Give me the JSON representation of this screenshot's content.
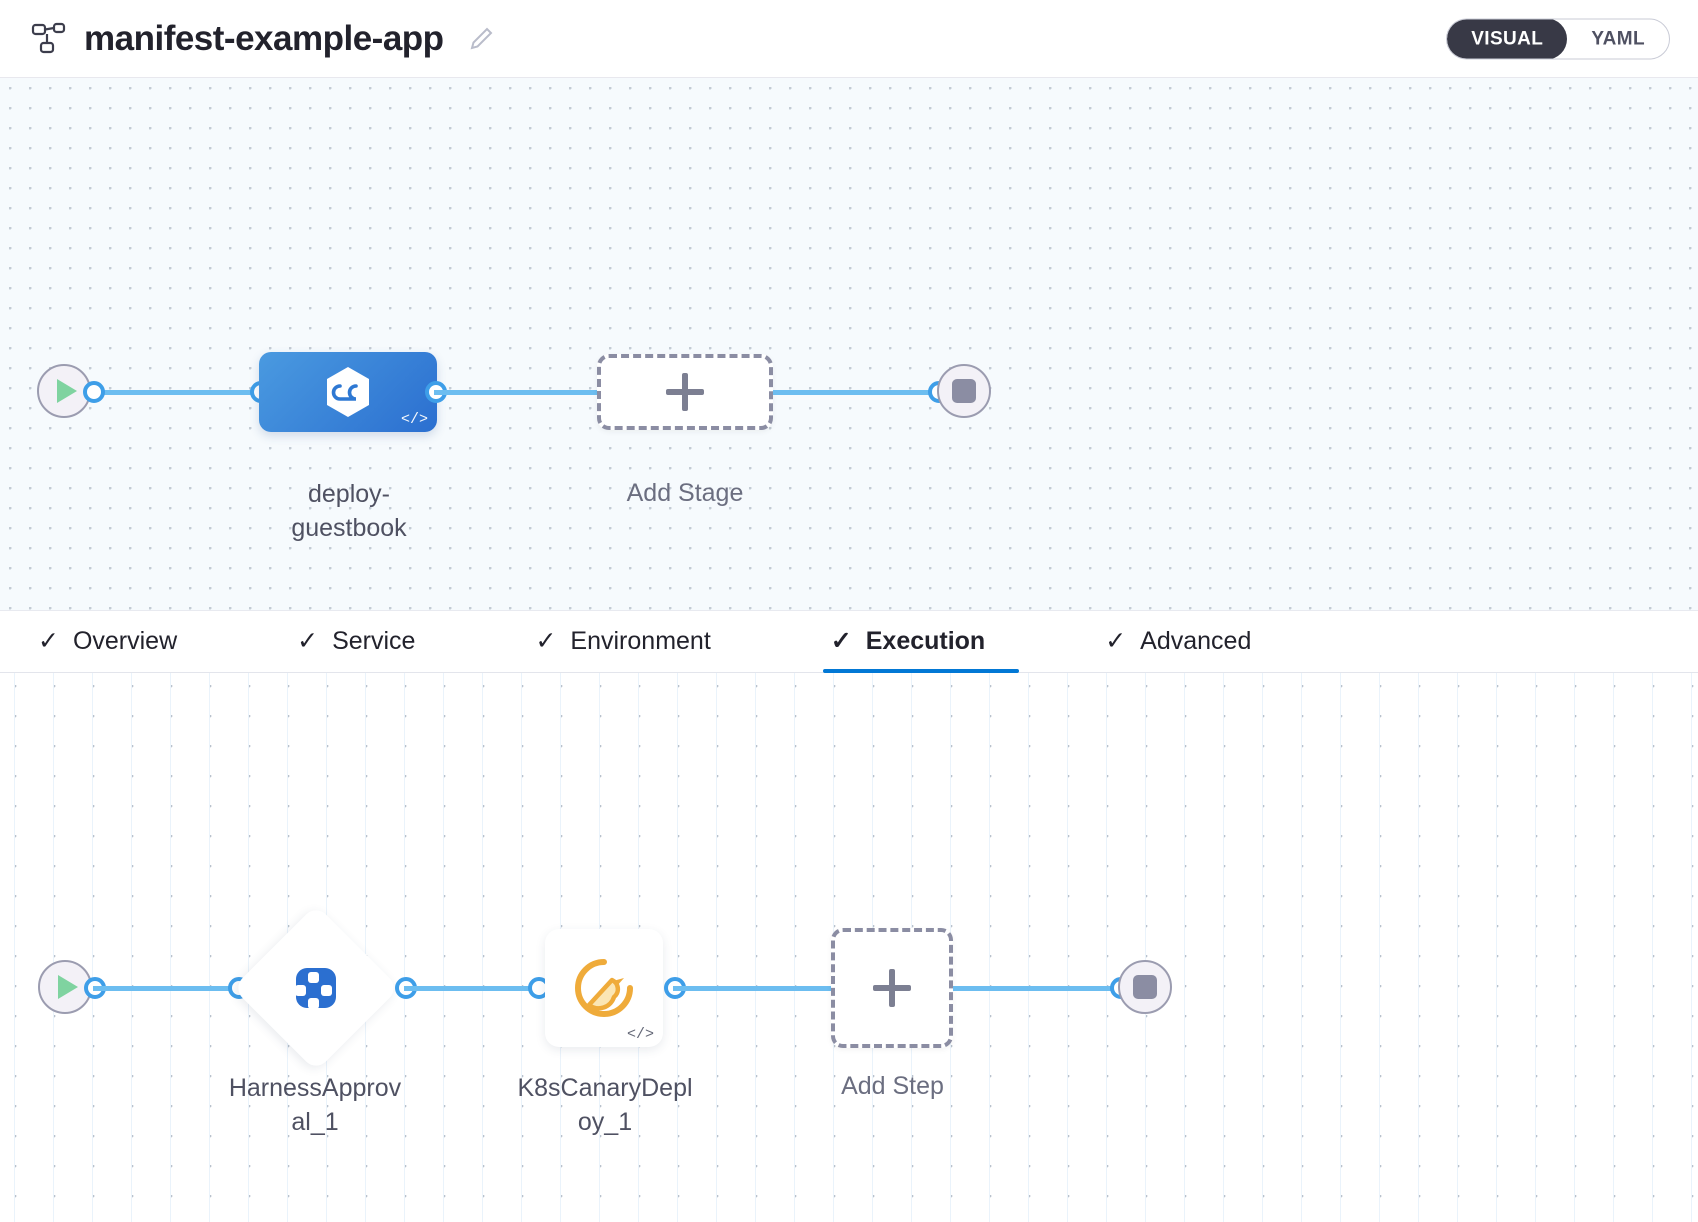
{
  "header": {
    "pipeline_icon": "pipeline-nodes-icon",
    "title": "manifest-example-app",
    "edit_icon": "pencil-icon",
    "view_toggle": {
      "options": [
        {
          "label": "VISUAL",
          "active": true
        },
        {
          "label": "YAML",
          "active": false
        }
      ],
      "active_color": "#383946"
    }
  },
  "stage_canvas": {
    "start_node": {
      "name": "pipeline-start",
      "icon": "play-icon"
    },
    "stage": {
      "name": "deploy-guestbook",
      "label": "deploy-\nguestbook",
      "icon": "harness-cd-hexagon-icon",
      "code_badge": "</>",
      "color": "#2b6fd0"
    },
    "add_stage": {
      "label": "Add Stage",
      "icon": "plus-icon"
    },
    "end_node": {
      "name": "pipeline-end",
      "icon": "stop-icon"
    }
  },
  "tabs": [
    {
      "label": "Overview",
      "check": "✓",
      "active": false
    },
    {
      "label": "Service",
      "check": "✓",
      "active": false
    },
    {
      "label": "Environment",
      "check": "✓",
      "active": false
    },
    {
      "label": "Execution",
      "check": "✓",
      "active": true
    },
    {
      "label": "Advanced",
      "check": "✓",
      "active": false
    }
  ],
  "tabs_accent": "#0278d5",
  "execution_canvas": {
    "start_node": {
      "name": "execution-start",
      "icon": "play-icon"
    },
    "steps": [
      {
        "name": "HarnessApproval_1",
        "label": "HarnessApprov\nal_1",
        "shape": "diamond",
        "icon": "harness-approval-icon",
        "color": "#2b6fd0"
      },
      {
        "name": "K8sCanaryDeploy_1",
        "label": "K8sCanaryDepl\noy_1",
        "shape": "square",
        "icon": "canary-bird-icon",
        "code_badge": "</>",
        "color": "#efab3a"
      }
    ],
    "add_step": {
      "label": "Add Step",
      "icon": "plus-icon"
    },
    "end_node": {
      "name": "execution-end",
      "icon": "stop-icon"
    }
  }
}
